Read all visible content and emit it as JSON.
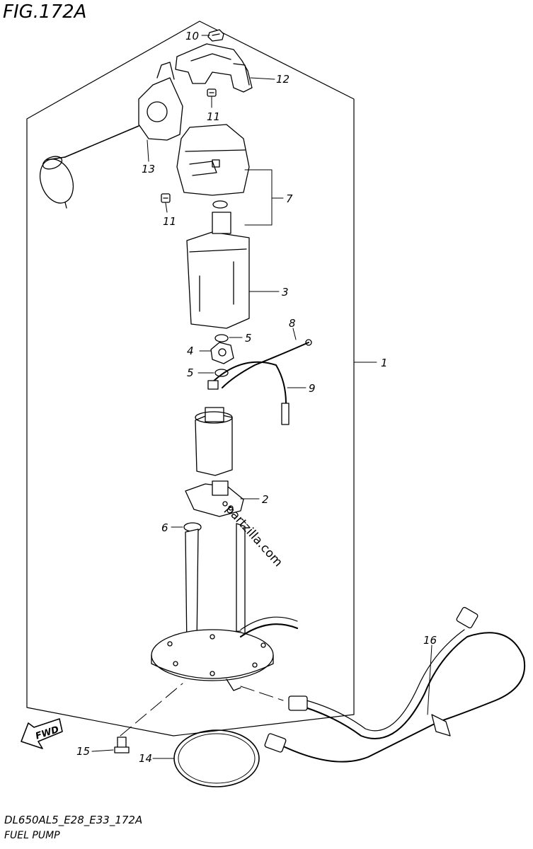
{
  "figure": {
    "title": "FIG.172A",
    "code": "DL650AL5_E28_E33_172A",
    "subtitle": "FUEL PUMP",
    "watermark": "partzilla.com",
    "fwd_label": "FWD"
  },
  "callouts": {
    "c1": "1",
    "c2": "2",
    "c3": "3",
    "c4": "4",
    "c5a": "5",
    "c5b": "5",
    "c6": "6",
    "c7": "7",
    "c8": "8",
    "c9": "9",
    "c10": "10",
    "c11a": "11",
    "c11b": "11",
    "c12": "12",
    "c13": "13",
    "c14": "14",
    "c15": "15",
    "c16": "16"
  }
}
